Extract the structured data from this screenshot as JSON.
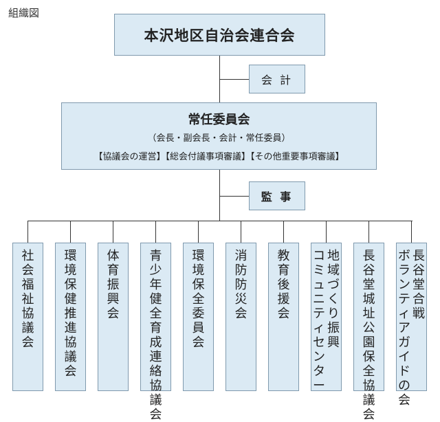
{
  "page_title": "組織図",
  "top": {
    "title": "本沢地区自治会連合会"
  },
  "accounting": {
    "label": "会 計"
  },
  "standing_committee": {
    "title": "常任委員会",
    "members": "（会長・副会長・会計・常任委員）",
    "duties": "【協議会の運営】【総会付議事項審議】【その他重要事項審議】"
  },
  "audit": {
    "label": "監 事"
  },
  "organizations": [
    {
      "lines": [
        "社会福祉協議会"
      ]
    },
    {
      "lines": [
        "環境保健推進協議会"
      ]
    },
    {
      "lines": [
        "体育振興会"
      ]
    },
    {
      "lines": [
        "青少年健全育成連絡協議会"
      ]
    },
    {
      "lines": [
        "環境保全委員会"
      ]
    },
    {
      "lines": [
        "消防防災会"
      ]
    },
    {
      "lines": [
        "教育後援会"
      ]
    },
    {
      "lines": [
        "地域づくり振興",
        "コミュニティセンター"
      ]
    },
    {
      "lines": [
        "長谷堂城址公園保全協議会"
      ]
    },
    {
      "lines": [
        "長谷堂合戦",
        "ボランティアガイドの会"
      ]
    }
  ]
}
